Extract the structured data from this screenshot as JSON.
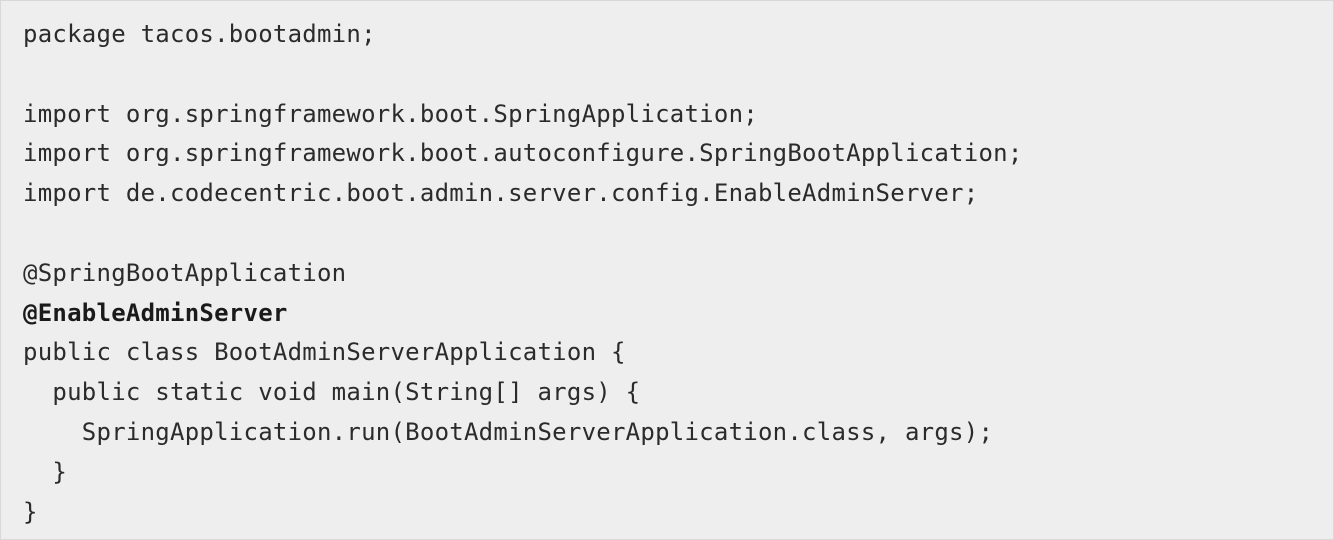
{
  "code": {
    "lines": [
      {
        "text": "package tacos.bootadmin;",
        "bold": false
      },
      {
        "text": "",
        "bold": false
      },
      {
        "text": "import org.springframework.boot.SpringApplication;",
        "bold": false
      },
      {
        "text": "import org.springframework.boot.autoconfigure.SpringBootApplication;",
        "bold": false
      },
      {
        "text": "import de.codecentric.boot.admin.server.config.EnableAdminServer;",
        "bold": false
      },
      {
        "text": "",
        "bold": false
      },
      {
        "text": "@SpringBootApplication",
        "bold": false
      },
      {
        "text": "@EnableAdminServer",
        "bold": true
      },
      {
        "text": "public class BootAdminServerApplication {",
        "bold": false
      },
      {
        "text": "  public static void main(String[] args) {",
        "bold": false
      },
      {
        "text": "    SpringApplication.run(BootAdminServerApplication.class, args);",
        "bold": false
      },
      {
        "text": "  }",
        "bold": false
      },
      {
        "text": "}",
        "bold": false
      }
    ]
  },
  "colors": {
    "background": "#eeeeee",
    "text": "#2b2b2b"
  }
}
